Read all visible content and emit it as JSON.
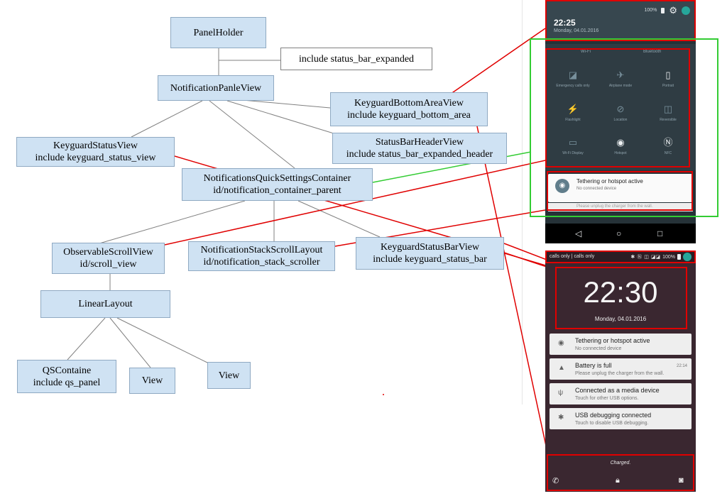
{
  "diagram": {
    "nodes": {
      "panel_holder": [
        "PanelHolder"
      ],
      "include_status_bar_expanded": [
        "include status_bar_expanded"
      ],
      "notification_panel_view": [
        "NotificationPanleView"
      ],
      "keyguard_bottom_area_view": [
        "KeyguardBottomAreaView",
        "include keyguard_bottom_area"
      ],
      "status_bar_header_view": [
        "StatusBarHeaderView",
        "include status_bar_expanded_header"
      ],
      "keyguard_status_view": [
        "KeyguardStatusView",
        "include keyguard_status_view"
      ],
      "notifications_quick_settings_container": [
        "NotificationsQuickSettingsContainer",
        "id/notification_container_parent"
      ],
      "observable_scroll_view": [
        "ObservableScrollView",
        "id/scroll_view"
      ],
      "notification_stack_scroll_layout": [
        "NotificationStackScrollLayout",
        "id/notification_stack_scroller"
      ],
      "keyguard_status_bar_view": [
        "KeyguardStatusBarView",
        "include keyguard_status_bar"
      ],
      "linear_layout": [
        "LinearLayout"
      ],
      "qs_container": [
        "QSContaine",
        "include qs_panel"
      ],
      "view_1": [
        "View"
      ],
      "view_2": [
        "View"
      ]
    },
    "colors": {
      "node_fill": "#cfe2f3",
      "red_line": "#e00000",
      "green_line": "#33cc33",
      "tree_line": "#808080"
    }
  },
  "phone_expanded": {
    "battery": "100%",
    "time": "22:25",
    "date": "Monday, 04.01.2016",
    "wifi_label": "Wi-Fi",
    "bluetooth_label": "Bluetooth",
    "tiles": [
      {
        "label": "Emergency calls only",
        "icon": "no-signal-icon",
        "glyph": "◪"
      },
      {
        "label": "Airplane mode",
        "icon": "airplane-icon",
        "glyph": "✈"
      },
      {
        "label": "Portrait",
        "icon": "phone-portrait-icon",
        "glyph": "▯"
      },
      {
        "label": "Flashlight",
        "icon": "flashlight-icon",
        "glyph": "⚡"
      },
      {
        "label": "Location",
        "icon": "location-icon",
        "glyph": "⊘"
      },
      {
        "label": "Reversible",
        "icon": "reversible-icon",
        "glyph": "◫"
      },
      {
        "label": "Wi-Fi Display",
        "icon": "cast-icon",
        "glyph": "▭"
      },
      {
        "label": "Hotspot",
        "icon": "hotspot-icon",
        "glyph": "◉"
      },
      {
        "label": "NFC",
        "icon": "nfc-icon",
        "glyph": "Ⓝ"
      }
    ],
    "notification_title": "Tethering or hotspot active",
    "notification_sub": "No connected device",
    "notification2_sub": "Please unplug the charger from the wall.",
    "nav": {
      "back": "◁",
      "home": "○",
      "recents": "□"
    }
  },
  "phone_keyguard": {
    "carrier": "calls only  |  calls only",
    "battery": "100%",
    "time": "22:30",
    "date": "Monday, 04.01.2016",
    "cards": [
      {
        "title": "Tethering or hotspot active",
        "sub": "No connected device",
        "time": "",
        "icon": "hotspot-icon",
        "glyph": "◉"
      },
      {
        "title": "Battery is full",
        "sub": "Please unplug the charger from the wall.",
        "time": "22:14",
        "icon": "warning-icon",
        "glyph": "▲"
      },
      {
        "title": "Connected as a media device",
        "sub": "Touch for other USB options.",
        "time": "",
        "icon": "usb-icon",
        "glyph": "ψ"
      },
      {
        "title": "USB debugging connected",
        "sub": "Touch to disable USB debugging.",
        "time": "",
        "icon": "bug-icon",
        "glyph": "✱"
      }
    ],
    "charged": "Charged.",
    "bottom_icons": {
      "phone": "✆",
      "lock": "🔒︎",
      "camera": "◙"
    }
  }
}
